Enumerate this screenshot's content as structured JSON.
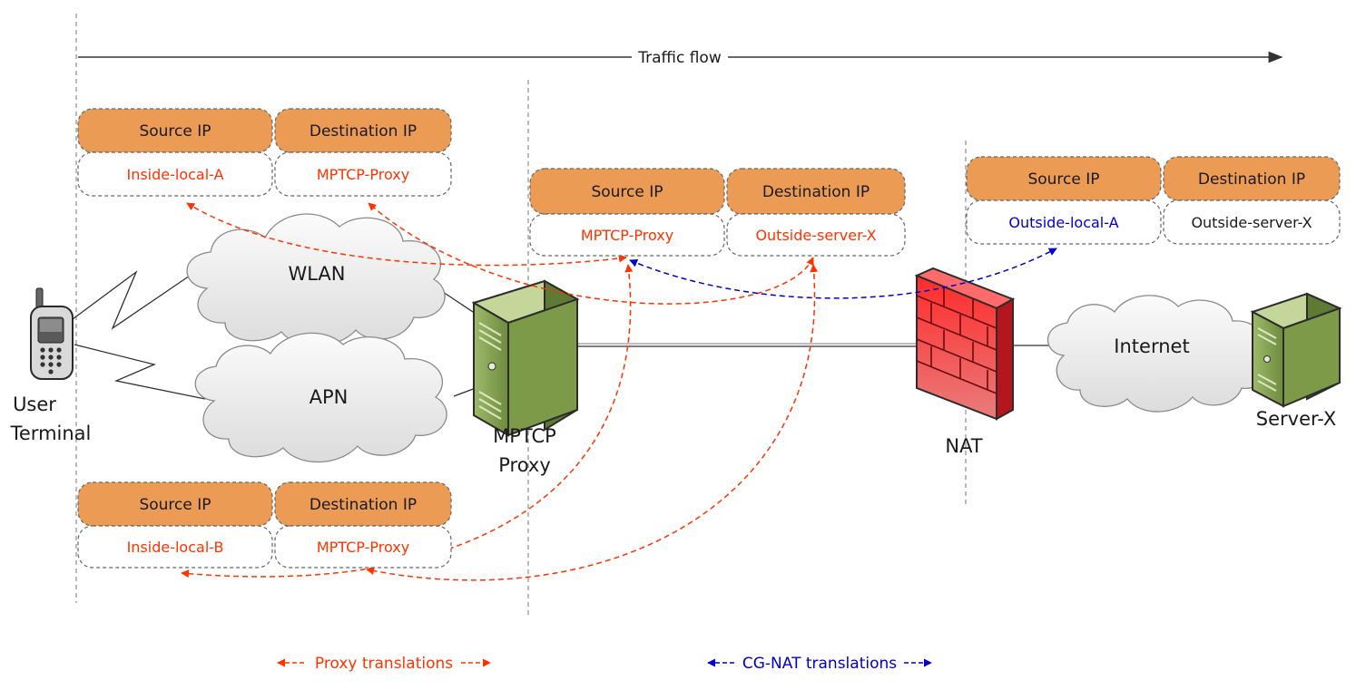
{
  "traffic_flow_label": "Traffic flow",
  "colors": {
    "header_fill": "#EB9B54",
    "proxy_translation": "#FF3300",
    "nat_translation": "#0000CC",
    "plain_text": "#1a1a1a",
    "server_green": "#8CA85A",
    "firewall_red": "#E8202A"
  },
  "tables": {
    "terminal_wlan": {
      "source_header": "Source IP",
      "dest_header": "Destination IP",
      "source_value": "Inside-local-A",
      "dest_value": "MPTCP-Proxy"
    },
    "proxy_out": {
      "source_header": "Source IP",
      "dest_header": "Destination IP",
      "source_value": "MPTCP-Proxy",
      "dest_value": "Outside-server-X"
    },
    "nat_out": {
      "source_header": "Source IP",
      "dest_header": "Destination IP",
      "source_value": "Outside-local-A",
      "dest_value": "Outside-server-X"
    },
    "terminal_apn": {
      "source_header": "Source IP",
      "dest_header": "Destination IP",
      "source_value": "Inside-local-B",
      "dest_value": "MPTCP-Proxy"
    }
  },
  "nodes": {
    "user_terminal_line1": "User",
    "user_terminal_line2": "Terminal",
    "wlan": "WLAN",
    "apn": "APN",
    "proxy_line1": "MPTCP",
    "proxy_line2": "Proxy",
    "nat": "NAT",
    "internet": "Internet",
    "server": "Server-X"
  },
  "icons": {
    "phone": "mobile-phone-icon",
    "proxy": "server-tower-icon",
    "nat": "firewall-icon",
    "server": "server-tower-icon",
    "cloud": "cloud-icon"
  },
  "legend": {
    "proxy": "Proxy translations",
    "nat": "CG-NAT translations"
  }
}
